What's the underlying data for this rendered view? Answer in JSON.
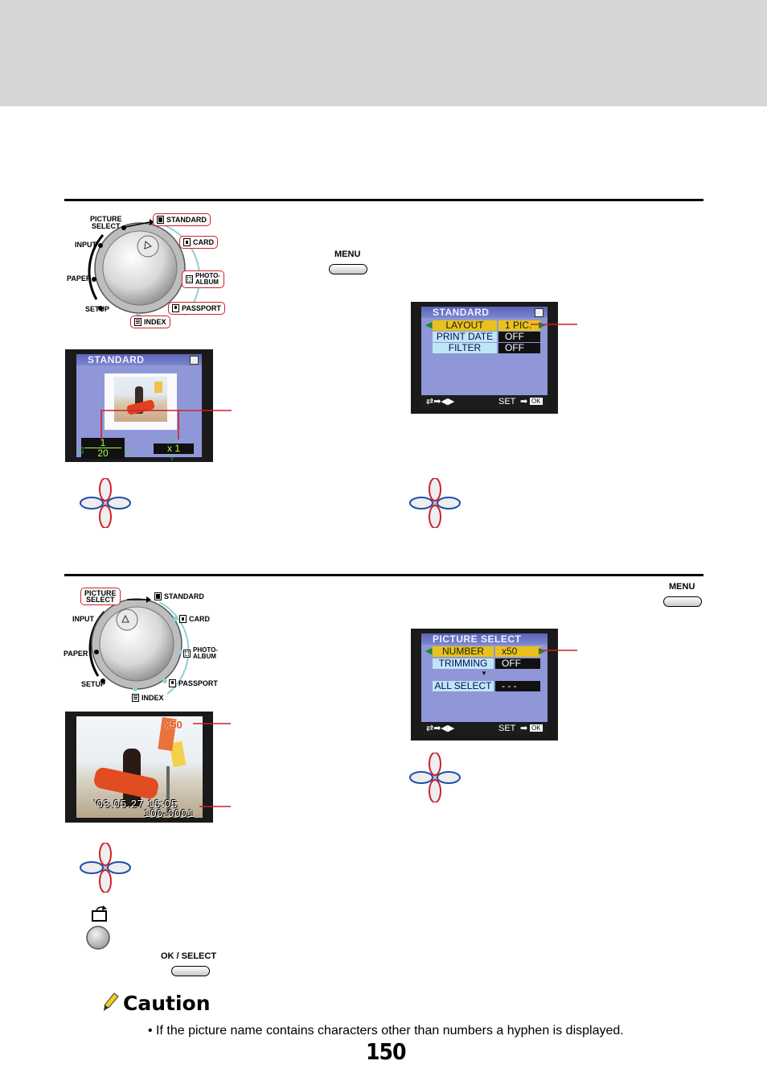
{
  "dial_labels": {
    "picture_select": "PICTURE\nSELECT",
    "input": "INPUT",
    "paper": "PAPER",
    "setup": "SETUP",
    "standard": "STANDARD",
    "card": "CARD",
    "photo_album": "PHOTO-\nALBUM",
    "passport": "PASSPORT",
    "index": "INDEX"
  },
  "section1": {
    "menu_label": "MENU",
    "standard_screen": {
      "title": "STANDARD",
      "counter_top": "1",
      "counter_bottom": "20",
      "copies": "x 1"
    },
    "standard_menu": {
      "title": "STANDARD",
      "rows": [
        {
          "label": "LAYOUT",
          "value": "1 PIC."
        },
        {
          "label": "PRINT DATE",
          "value": "OFF"
        },
        {
          "label": "FILTER",
          "value": "OFF"
        }
      ],
      "footer_set": "SET",
      "footer_ok": "OK"
    }
  },
  "section2": {
    "menu_label": "MENU",
    "photo_screen": {
      "copies": "x50",
      "date": "'03.05.27 16:05",
      "filename": "100-0001"
    },
    "picture_select_menu": {
      "title": "PICTURE SELECT",
      "rows": [
        {
          "label": "NUMBER",
          "value": "x50"
        },
        {
          "label": "TRIMMING",
          "value": "OFF"
        }
      ],
      "all_select_label": "ALL SELECT",
      "all_select_value": "- - -",
      "footer_set": "SET",
      "footer_ok": "OK"
    },
    "ok_select_label": "OK / SELECT"
  },
  "caution": {
    "title": "Caution",
    "text": "If the picture name contains characters other than numbers a hyphen is displayed."
  },
  "page_number": "150",
  "colors": {
    "callout_red": "#d0202a",
    "lcd_blue": "#8f97d8",
    "highlight_yellow": "#e8c21a",
    "dpad_blue": "#1f4fa8"
  }
}
